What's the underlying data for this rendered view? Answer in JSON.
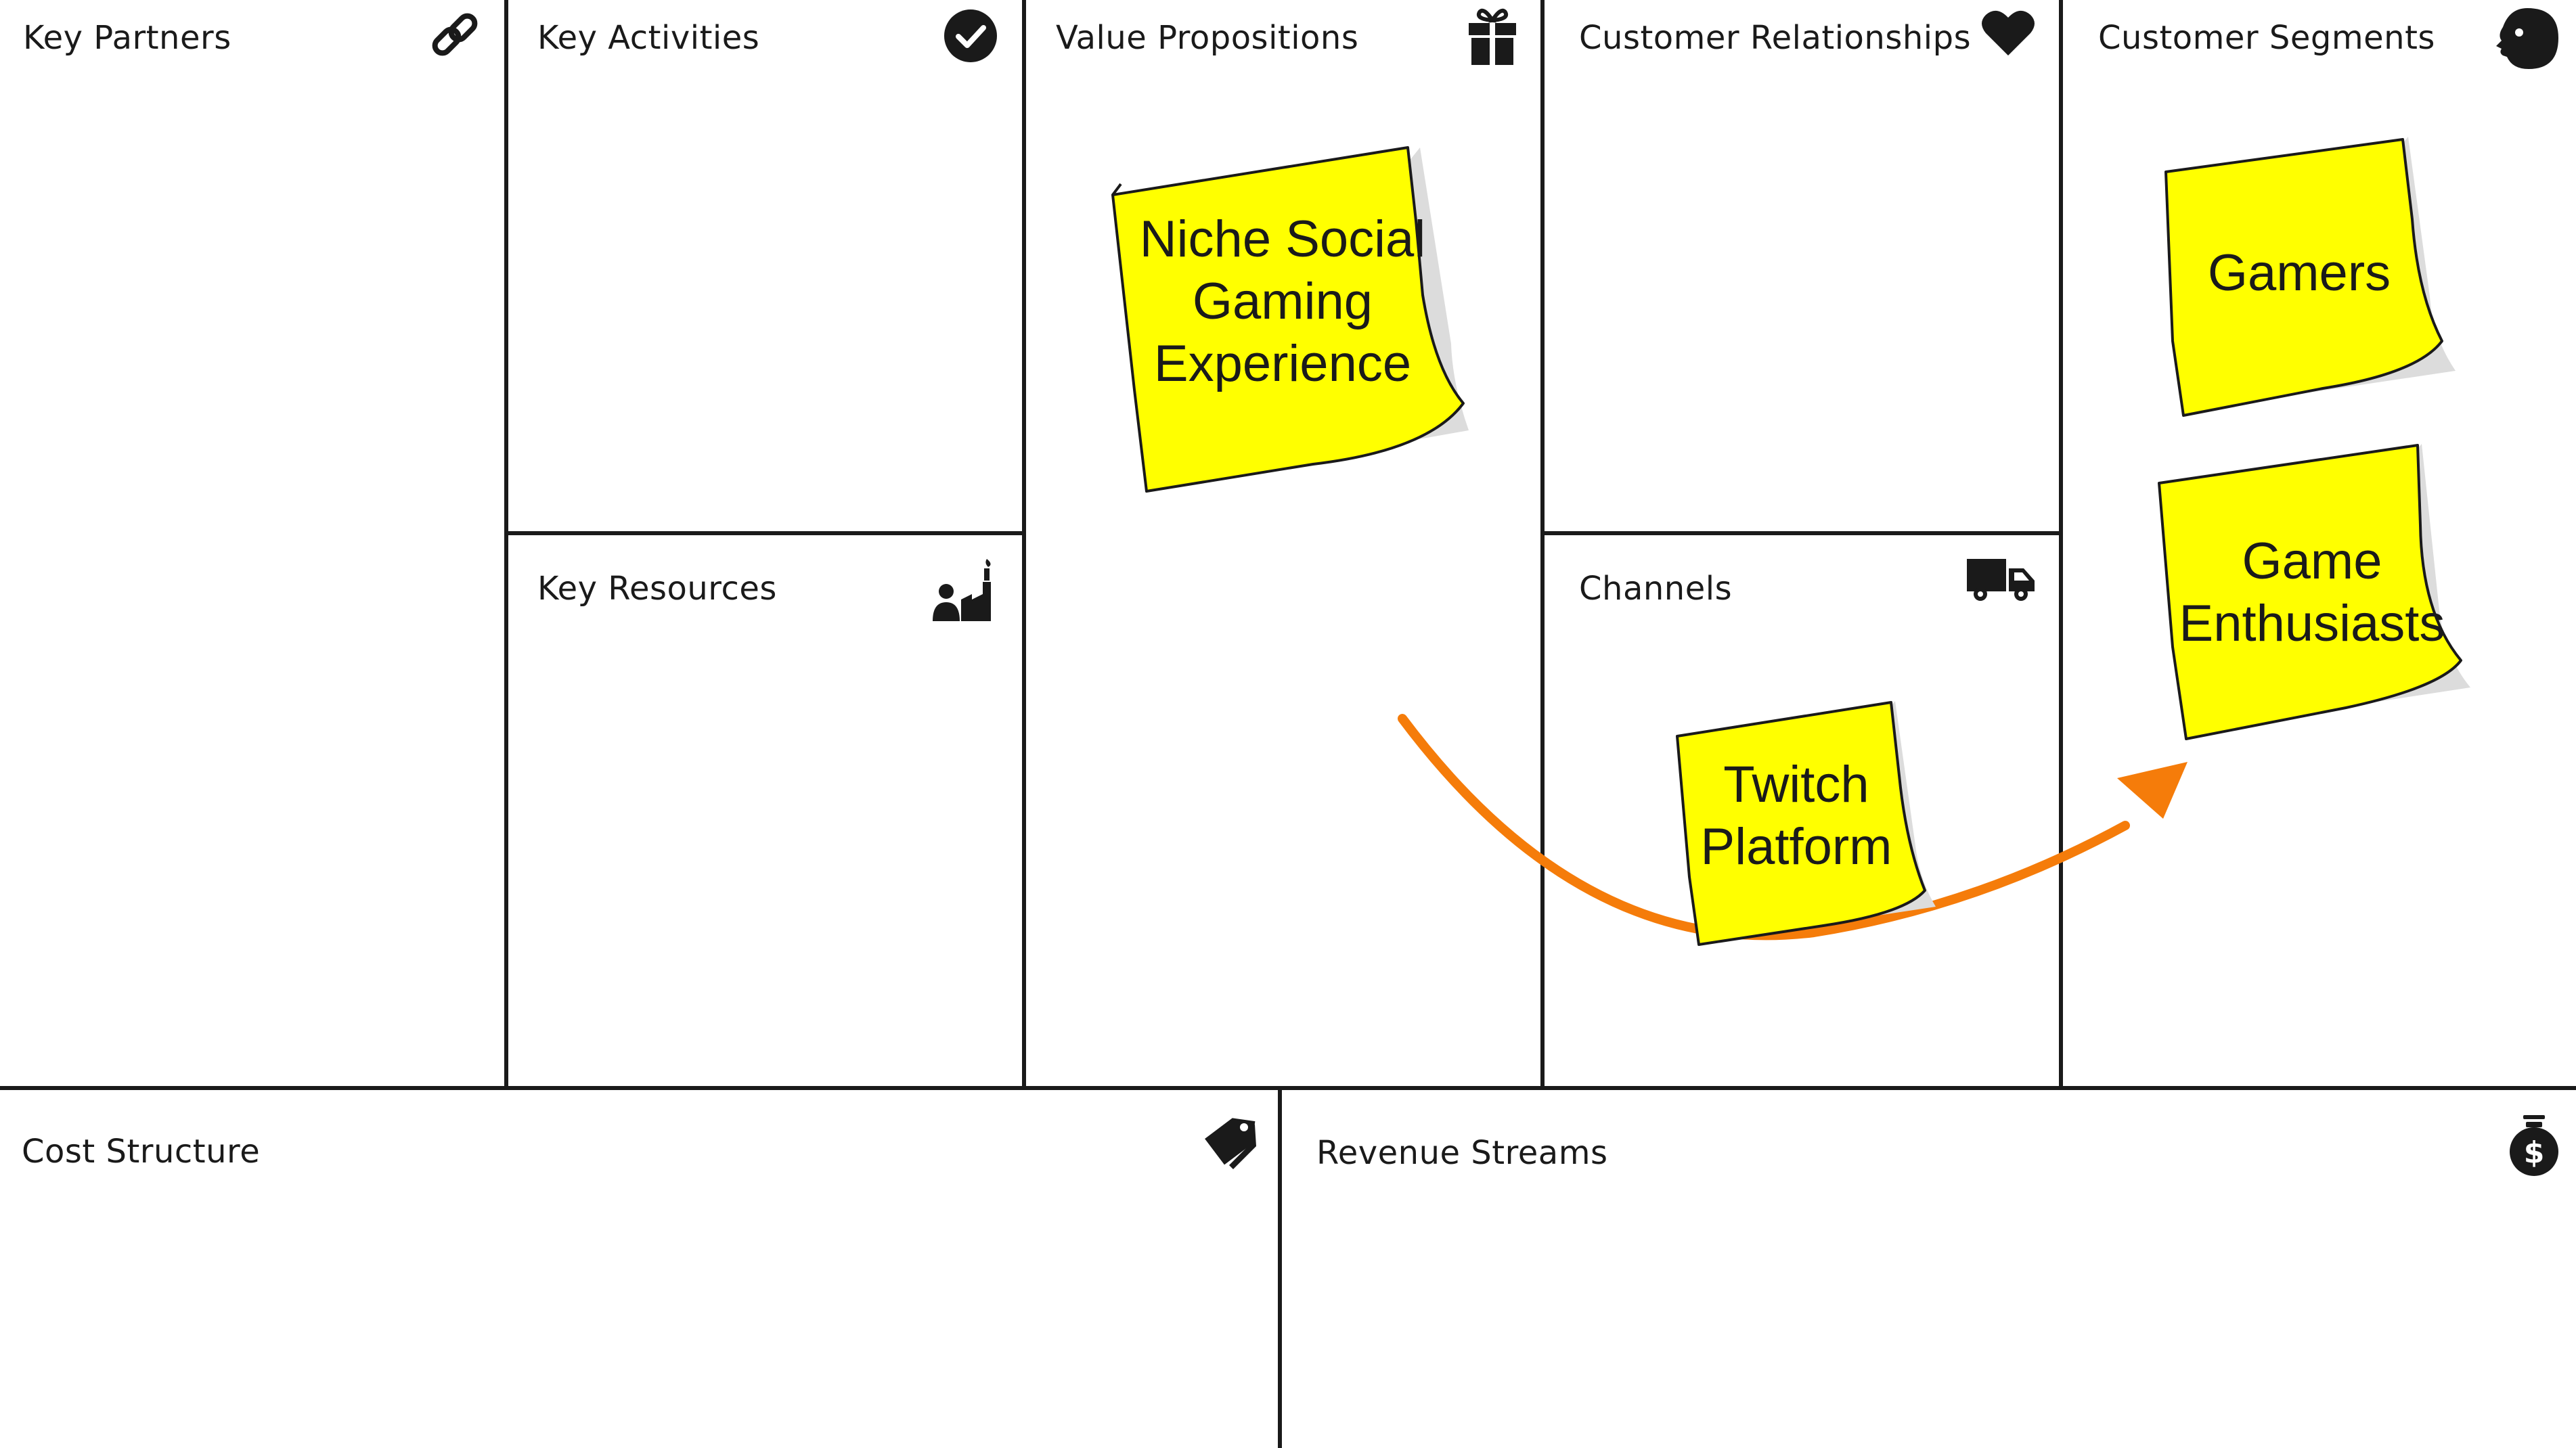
{
  "canvas": {
    "blocks": {
      "key_partners": "Key Partners",
      "key_activities": "Key Activities",
      "key_resources": "Key Resources",
      "value_propositions": "Value Propositions",
      "customer_relationships": "Customer Relationships",
      "channels": "Channels",
      "customer_segments": "Customer Segments",
      "cost_structure": "Cost Structure",
      "revenue_streams": "Revenue Streams"
    },
    "icons": {
      "key_partners": "link-icon",
      "key_activities": "checkmark-circle-icon",
      "key_resources": "worker-factory-icon",
      "value_propositions": "gift-icon",
      "customer_relationships": "heart-icon",
      "channels": "truck-icon",
      "customer_segments": "face-icon",
      "cost_structure": "price-tags-icon",
      "revenue_streams": "money-bag-icon"
    }
  },
  "notes": {
    "value_proposition": {
      "lines": [
        "Niche Social",
        "Gaming",
        "Experience"
      ]
    },
    "channel": {
      "lines": [
        "Twitch",
        "Platform"
      ]
    },
    "segment_gamers": {
      "lines": [
        "Gamers"
      ]
    },
    "segment_enthusiasts": {
      "lines": [
        "Game",
        "Enthusiasts"
      ]
    }
  },
  "colors": {
    "sticky_note": "#ffff00",
    "arrow": "#f57c0a",
    "grid_lines": "#1a1a1a",
    "background": "#ffffff"
  }
}
